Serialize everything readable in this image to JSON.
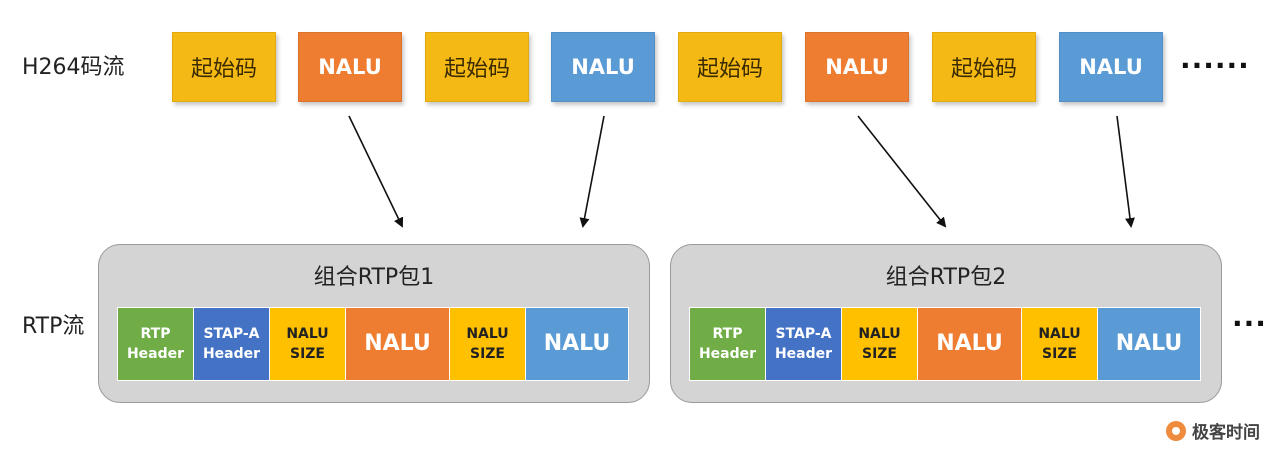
{
  "labels": {
    "h264": "H264码流",
    "rtp": "RTP流"
  },
  "h264_blocks": [
    {
      "text": "起始码",
      "kind": "start"
    },
    {
      "text": "NALU",
      "kind": "nalu-orange"
    },
    {
      "text": "起始码",
      "kind": "start"
    },
    {
      "text": "NALU",
      "kind": "nalu-blue"
    },
    {
      "text": "起始码",
      "kind": "start"
    },
    {
      "text": "NALU",
      "kind": "nalu-orange"
    },
    {
      "text": "起始码",
      "kind": "start"
    },
    {
      "text": "NALU",
      "kind": "nalu-blue"
    }
  ],
  "ellipsis_top": "······",
  "ellipsis_bottom": "···",
  "packets": [
    {
      "title": "组合RTP包1",
      "cells": [
        {
          "text": "RTP\nHeader",
          "kind": "rtp"
        },
        {
          "text": "STAP-A\nHeader",
          "kind": "stap"
        },
        {
          "text": "NALU\nSIZE",
          "kind": "size"
        },
        {
          "text": "NALU",
          "kind": "nalu-orange"
        },
        {
          "text": "NALU\nSIZE",
          "kind": "size"
        },
        {
          "text": "NALU",
          "kind": "nalu-blue"
        }
      ]
    },
    {
      "title": "组合RTP包2",
      "cells": [
        {
          "text": "RTP\nHeader",
          "kind": "rtp"
        },
        {
          "text": "STAP-A\nHeader",
          "kind": "stap"
        },
        {
          "text": "NALU\nSIZE",
          "kind": "size"
        },
        {
          "text": "NALU",
          "kind": "nalu-orange"
        },
        {
          "text": "NALU\nSIZE",
          "kind": "size"
        },
        {
          "text": "NALU",
          "kind": "nalu-blue"
        }
      ]
    }
  ],
  "colors": {
    "start": "#f5b915",
    "nalu-orange": "#ee7d31",
    "nalu-blue": "#5b9bd5",
    "rtp": "#70ad47",
    "stap": "#4472c4",
    "size": "#ffc000",
    "arrow": "#111111"
  },
  "logo": {
    "text": "极客时间"
  }
}
